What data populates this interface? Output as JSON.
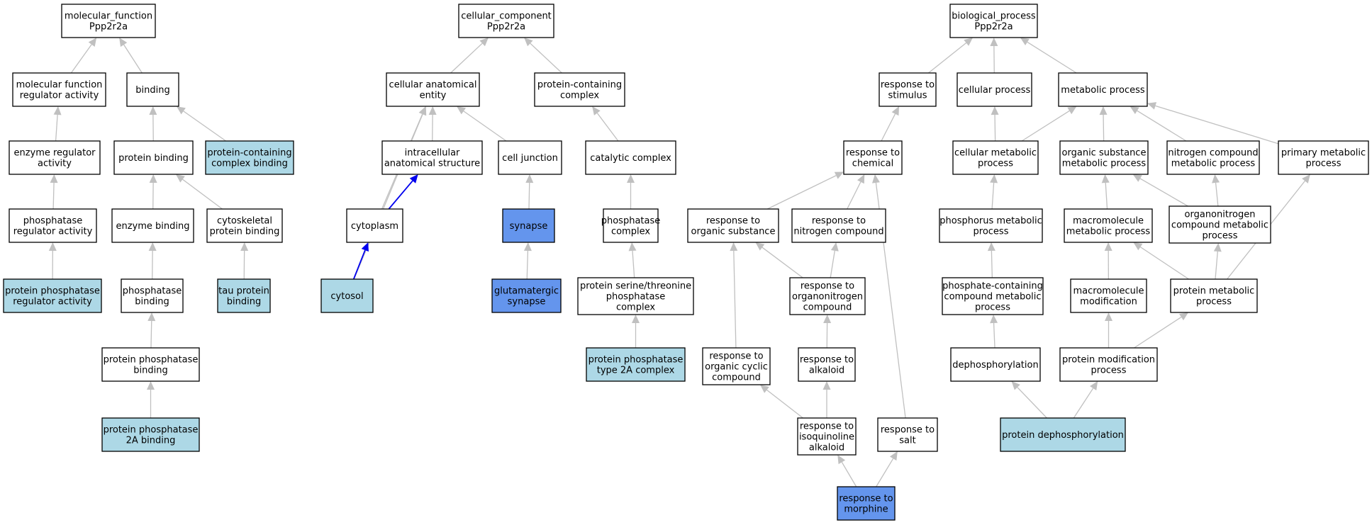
{
  "colors": {
    "default_fill": "#ffffff",
    "annotated_fill": "#add8e6",
    "highlight_fill": "#6495ed",
    "edge_gray": "#c0c0c0",
    "edge_blue": "#0000ee"
  },
  "nodes": [
    {
      "id": "mf_root",
      "label": [
        "molecular_function",
        "Ppp2r2a"
      ],
      "style": "default"
    },
    {
      "id": "mf_regulator",
      "label": [
        "molecular function",
        "regulator activity"
      ],
      "style": "default"
    },
    {
      "id": "binding",
      "label": [
        "binding"
      ],
      "style": "default"
    },
    {
      "id": "enzyme_reg",
      "label": [
        "enzyme regulator",
        "activity"
      ],
      "style": "default"
    },
    {
      "id": "protein_binding",
      "label": [
        "protein binding"
      ],
      "style": "default"
    },
    {
      "id": "pc_complex_binding",
      "label": [
        "protein-containing",
        "complex binding"
      ],
      "style": "annotated"
    },
    {
      "id": "phosphatase_reg",
      "label": [
        "phosphatase",
        "regulator activity"
      ],
      "style": "default"
    },
    {
      "id": "enzyme_binding",
      "label": [
        "enzyme binding"
      ],
      "style": "default"
    },
    {
      "id": "cytoskeletal_binding",
      "label": [
        "cytoskeletal",
        "protein binding"
      ],
      "style": "default"
    },
    {
      "id": "pp_reg",
      "label": [
        "protein phosphatase",
        "regulator activity"
      ],
      "style": "annotated"
    },
    {
      "id": "phosphatase_binding",
      "label": [
        "phosphatase",
        "binding"
      ],
      "style": "default"
    },
    {
      "id": "tau_binding",
      "label": [
        "tau protein",
        "binding"
      ],
      "style": "annotated"
    },
    {
      "id": "pp_binding",
      "label": [
        "protein phosphatase",
        "binding"
      ],
      "style": "default"
    },
    {
      "id": "pp2a_binding",
      "label": [
        "protein phosphatase",
        "2A binding"
      ],
      "style": "annotated"
    },
    {
      "id": "cc_root",
      "label": [
        "cellular_component",
        "Ppp2r2a"
      ],
      "style": "default"
    },
    {
      "id": "cae",
      "label": [
        "cellular anatomical",
        "entity"
      ],
      "style": "default"
    },
    {
      "id": "pc_complex",
      "label": [
        "protein-containing",
        "complex"
      ],
      "style": "default"
    },
    {
      "id": "ias",
      "label": [
        "intracellular",
        "anatomical structure"
      ],
      "style": "default"
    },
    {
      "id": "cell_junction",
      "label": [
        "cell junction"
      ],
      "style": "default"
    },
    {
      "id": "catalytic_complex",
      "label": [
        "catalytic complex"
      ],
      "style": "default"
    },
    {
      "id": "cytoplasm",
      "label": [
        "cytoplasm"
      ],
      "style": "default"
    },
    {
      "id": "synapse",
      "label": [
        "synapse"
      ],
      "style": "highlight"
    },
    {
      "id": "phosphatase_complex",
      "label": [
        "phosphatase",
        "complex"
      ],
      "style": "default"
    },
    {
      "id": "cytosol",
      "label": [
        "cytosol"
      ],
      "style": "annotated"
    },
    {
      "id": "glut_synapse",
      "label": [
        "glutamatergic",
        "synapse"
      ],
      "style": "highlight"
    },
    {
      "id": "pst_complex",
      "label": [
        "protein serine/threonine",
        "phosphatase",
        "complex"
      ],
      "style": "default"
    },
    {
      "id": "pp2a_complex",
      "label": [
        "protein phosphatase",
        "type 2A complex"
      ],
      "style": "annotated"
    },
    {
      "id": "bp_root",
      "label": [
        "biological_process",
        "Ppp2r2a"
      ],
      "style": "default"
    },
    {
      "id": "resp_stim",
      "label": [
        "response to",
        "stimulus"
      ],
      "style": "default"
    },
    {
      "id": "cell_proc",
      "label": [
        "cellular process"
      ],
      "style": "default"
    },
    {
      "id": "metab_proc",
      "label": [
        "metabolic process"
      ],
      "style": "default"
    },
    {
      "id": "resp_chem",
      "label": [
        "response to",
        "chemical"
      ],
      "style": "default"
    },
    {
      "id": "cell_metab",
      "label": [
        "cellular metabolic",
        "process"
      ],
      "style": "default"
    },
    {
      "id": "org_sub_metab",
      "label": [
        "organic substance",
        "metabolic process"
      ],
      "style": "default"
    },
    {
      "id": "nitro_metab",
      "label": [
        "nitrogen compound",
        "metabolic process"
      ],
      "style": "default"
    },
    {
      "id": "prim_metab",
      "label": [
        "primary metabolic",
        "process"
      ],
      "style": "default"
    },
    {
      "id": "resp_org_sub",
      "label": [
        "response to",
        "organic substance"
      ],
      "style": "default"
    },
    {
      "id": "resp_nitro",
      "label": [
        "response to",
        "nitrogen compound"
      ],
      "style": "default"
    },
    {
      "id": "phos_metab",
      "label": [
        "phosphorus metabolic",
        "process"
      ],
      "style": "default"
    },
    {
      "id": "macro_metab",
      "label": [
        "macromolecule",
        "metabolic process"
      ],
      "style": "default"
    },
    {
      "id": "organonitro_metab",
      "label": [
        "organonitrogen",
        "compound metabolic",
        "process"
      ],
      "style": "default"
    },
    {
      "id": "resp_organonitro",
      "label": [
        "response to",
        "organonitrogen",
        "compound"
      ],
      "style": "default"
    },
    {
      "id": "phos_cont_metab",
      "label": [
        "phosphate-containing",
        "compound metabolic",
        "process"
      ],
      "style": "default"
    },
    {
      "id": "macro_mod",
      "label": [
        "macromolecule",
        "modification"
      ],
      "style": "default"
    },
    {
      "id": "prot_metab",
      "label": [
        "protein metabolic",
        "process"
      ],
      "style": "default"
    },
    {
      "id": "resp_org_cyclic",
      "label": [
        "response to",
        "organic cyclic",
        "compound"
      ],
      "style": "default"
    },
    {
      "id": "resp_alkaloid",
      "label": [
        "response to",
        "alkaloid"
      ],
      "style": "default"
    },
    {
      "id": "dephos",
      "label": [
        "dephosphorylation"
      ],
      "style": "default"
    },
    {
      "id": "prot_mod",
      "label": [
        "protein modification",
        "process"
      ],
      "style": "default"
    },
    {
      "id": "resp_isoq",
      "label": [
        "response to",
        "isoquinoline",
        "alkaloid"
      ],
      "style": "default"
    },
    {
      "id": "resp_salt",
      "label": [
        "response to",
        "salt"
      ],
      "style": "default"
    },
    {
      "id": "prot_dephos",
      "label": [
        "protein dephosphorylation"
      ],
      "style": "annotated"
    },
    {
      "id": "resp_morphine",
      "label": [
        "response to",
        "morphine"
      ],
      "style": "highlight"
    }
  ],
  "edges": [
    {
      "from": "mf_regulator",
      "to": "mf_root",
      "color": "gray"
    },
    {
      "from": "binding",
      "to": "mf_root",
      "color": "gray"
    },
    {
      "from": "enzyme_reg",
      "to": "mf_regulator",
      "color": "gray"
    },
    {
      "from": "protein_binding",
      "to": "binding",
      "color": "gray"
    },
    {
      "from": "pc_complex_binding",
      "to": "binding",
      "color": "gray"
    },
    {
      "from": "phosphatase_reg",
      "to": "enzyme_reg",
      "color": "gray"
    },
    {
      "from": "enzyme_binding",
      "to": "protein_binding",
      "color": "gray"
    },
    {
      "from": "cytoskeletal_binding",
      "to": "protein_binding",
      "color": "gray"
    },
    {
      "from": "pp_reg",
      "to": "phosphatase_reg",
      "color": "gray"
    },
    {
      "from": "phosphatase_binding",
      "to": "enzyme_binding",
      "color": "gray"
    },
    {
      "from": "tau_binding",
      "to": "cytoskeletal_binding",
      "color": "gray"
    },
    {
      "from": "pp_binding",
      "to": "phosphatase_binding",
      "color": "gray"
    },
    {
      "from": "pp2a_binding",
      "to": "pp_binding",
      "color": "gray"
    },
    {
      "from": "cae",
      "to": "cc_root",
      "color": "gray"
    },
    {
      "from": "pc_complex",
      "to": "cc_root",
      "color": "gray"
    },
    {
      "from": "ias",
      "to": "cae",
      "color": "gray"
    },
    {
      "from": "cell_junction",
      "to": "cae",
      "color": "gray"
    },
    {
      "from": "cytoplasm",
      "to": "cae",
      "color": "gray"
    },
    {
      "from": "cytosol",
      "to": "cae",
      "color": "gray"
    },
    {
      "from": "cytoplasm",
      "to": "ias",
      "color": "blue"
    },
    {
      "from": "cytosol",
      "to": "cytoplasm",
      "color": "blue"
    },
    {
      "from": "synapse",
      "to": "cell_junction",
      "color": "gray"
    },
    {
      "from": "glut_synapse",
      "to": "synapse",
      "color": "gray"
    },
    {
      "from": "catalytic_complex",
      "to": "pc_complex",
      "color": "gray"
    },
    {
      "from": "phosphatase_complex",
      "to": "catalytic_complex",
      "color": "gray"
    },
    {
      "from": "pst_complex",
      "to": "phosphatase_complex",
      "color": "gray"
    },
    {
      "from": "pp2a_complex",
      "to": "pst_complex",
      "color": "gray"
    },
    {
      "from": "resp_stim",
      "to": "bp_root",
      "color": "gray"
    },
    {
      "from": "cell_proc",
      "to": "bp_root",
      "color": "gray"
    },
    {
      "from": "metab_proc",
      "to": "bp_root",
      "color": "gray"
    },
    {
      "from": "resp_chem",
      "to": "resp_stim",
      "color": "gray"
    },
    {
      "from": "cell_metab",
      "to": "cell_proc",
      "color": "gray"
    },
    {
      "from": "cell_metab",
      "to": "metab_proc",
      "color": "gray"
    },
    {
      "from": "org_sub_metab",
      "to": "metab_proc",
      "color": "gray"
    },
    {
      "from": "nitro_metab",
      "to": "metab_proc",
      "color": "gray"
    },
    {
      "from": "prim_metab",
      "to": "metab_proc",
      "color": "gray"
    },
    {
      "from": "resp_org_sub",
      "to": "resp_chem",
      "color": "gray"
    },
    {
      "from": "resp_nitro",
      "to": "resp_chem",
      "color": "gray"
    },
    {
      "from": "resp_salt",
      "to": "resp_chem",
      "color": "gray"
    },
    {
      "from": "phos_metab",
      "to": "cell_metab",
      "color": "gray"
    },
    {
      "from": "macro_metab",
      "to": "org_sub_metab",
      "color": "gray"
    },
    {
      "from": "organonitro_metab",
      "to": "org_sub_metab",
      "color": "gray"
    },
    {
      "from": "organonitro_metab",
      "to": "nitro_metab",
      "color": "gray"
    },
    {
      "from": "resp_organonitro",
      "to": "resp_org_sub",
      "color": "gray"
    },
    {
      "from": "resp_organonitro",
      "to": "resp_nitro",
      "color": "gray"
    },
    {
      "from": "resp_org_cyclic",
      "to": "resp_org_sub",
      "color": "gray"
    },
    {
      "from": "phos_cont_metab",
      "to": "phos_metab",
      "color": "gray"
    },
    {
      "from": "macro_mod",
      "to": "macro_metab",
      "color": "gray"
    },
    {
      "from": "prot_metab",
      "to": "macro_metab",
      "color": "gray"
    },
    {
      "from": "prot_metab",
      "to": "organonitro_metab",
      "color": "gray"
    },
    {
      "from": "prot_metab",
      "to": "prim_metab",
      "color": "gray"
    },
    {
      "from": "resp_alkaloid",
      "to": "resp_organonitro",
      "color": "gray"
    },
    {
      "from": "dephos",
      "to": "phos_cont_metab",
      "color": "gray"
    },
    {
      "from": "prot_mod",
      "to": "macro_mod",
      "color": "gray"
    },
    {
      "from": "prot_mod",
      "to": "prot_metab",
      "color": "gray"
    },
    {
      "from": "resp_isoq",
      "to": "resp_org_cyclic",
      "color": "gray"
    },
    {
      "from": "resp_isoq",
      "to": "resp_alkaloid",
      "color": "gray"
    },
    {
      "from": "prot_dephos",
      "to": "dephos",
      "color": "gray"
    },
    {
      "from": "prot_dephos",
      "to": "prot_mod",
      "color": "gray"
    },
    {
      "from": "resp_morphine",
      "to": "resp_isoq",
      "color": "gray"
    },
    {
      "from": "resp_morphine",
      "to": "resp_salt",
      "color": "gray"
    }
  ]
}
